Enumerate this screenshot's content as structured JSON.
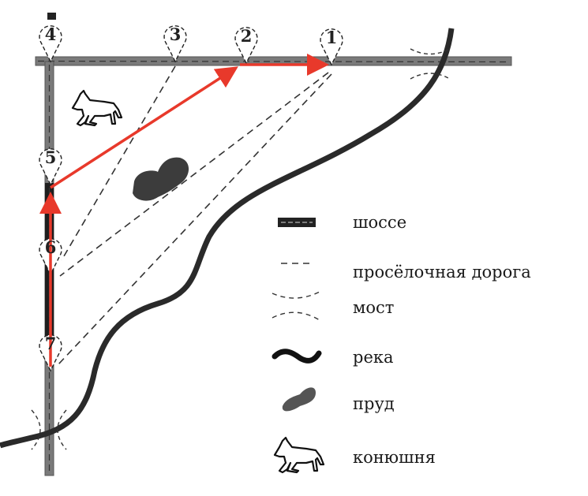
{
  "markers": [
    "1",
    "2",
    "3",
    "4",
    "5",
    "6",
    "7"
  ],
  "legend": {
    "highway": "шоссе",
    "dirt_road": "просёлочная дорога",
    "bridge": "мост",
    "river": "река",
    "pond": "пруд",
    "stable": "конюшня"
  },
  "colors": {
    "route": "#e8392b",
    "road": "#7a7a7a",
    "river": "#2a2a2a",
    "pond": "#3c3c3c"
  }
}
